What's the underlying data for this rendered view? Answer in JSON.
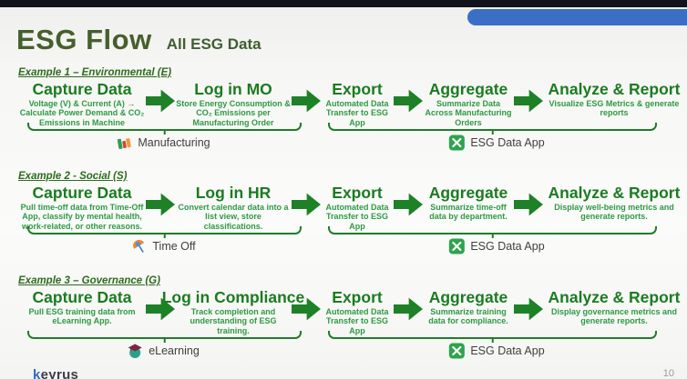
{
  "slide": {
    "title": "ESG Flow",
    "subtitle": "All ESG Data",
    "logo_text_blue": "k",
    "logo_text_rest": "eyrus",
    "page_number": "10"
  },
  "colors": {
    "top_bar": "#12121c",
    "accent_blue_bar": "#3b6fc6",
    "title_green": "#465f2d",
    "step_title_green": "#1b7b21",
    "step_desc_green": "#2d9a44",
    "arrow_green": "#1e8127",
    "bracket_green": "#1f7d28",
    "esg_app_icon_green": "#2da44e"
  },
  "examples": [
    {
      "heading": "Example 1 – Environmental (E)",
      "steps": [
        {
          "title": "Capture Data",
          "desc": "Voltage (V) & Current (A) → Calculate Power Demand & CO₂ Emissions in Machine"
        },
        {
          "title": "Log in MO",
          "desc": "Store Energy Consumption & CO₂ Emissions per Manufacturing Order"
        },
        {
          "title": "Export",
          "desc": "Automated Data Transfer to ESG App"
        },
        {
          "title": "Aggregate",
          "desc": "Summarize Data Across Manufacturing Orders"
        },
        {
          "title": "Analyze & Report",
          "desc": "Visualize ESG Metrics & generate reports"
        }
      ],
      "brackets": [
        {
          "label": "Manufacturing",
          "icon": "manufacturing-icon"
        },
        {
          "label": "ESG Data App",
          "icon": "esg-data-app-icon"
        }
      ]
    },
    {
      "heading": "Example 2 - Social (S)",
      "steps": [
        {
          "title": "Capture Data",
          "desc": "Pull time-off data from Time-Off App, classify by mental health, work-related, or other reasons."
        },
        {
          "title": "Log in HR",
          "desc": "Convert calendar data into a list view, store classifications."
        },
        {
          "title": "Export",
          "desc": "Automated Data Transfer to ESG App"
        },
        {
          "title": "Aggregate",
          "desc": "Summarize time-off data by department."
        },
        {
          "title": "Analyze & Report",
          "desc": "Display well-being metrics and generate reports."
        }
      ],
      "brackets": [
        {
          "label": "Time Off",
          "icon": "time-off-icon"
        },
        {
          "label": "ESG Data App",
          "icon": "esg-data-app-icon"
        }
      ]
    },
    {
      "heading": "Example 3 – Governance (G)",
      "steps": [
        {
          "title": "Capture Data",
          "desc": "Pull ESG training data from eLearning App."
        },
        {
          "title": "Log in Compliance",
          "desc": "Track completion and understanding of ESG training."
        },
        {
          "title": "Export",
          "desc": "Automated Data Transfer to ESG App"
        },
        {
          "title": "Aggregate",
          "desc": "Summarize training data for compliance."
        },
        {
          "title": "Analyze & Report",
          "desc": "Display governance metrics and generate reports."
        }
      ],
      "brackets": [
        {
          "label": "eLearning",
          "icon": "elearning-icon"
        },
        {
          "label": "ESG Data App",
          "icon": "esg-data-app-icon"
        }
      ]
    }
  ]
}
